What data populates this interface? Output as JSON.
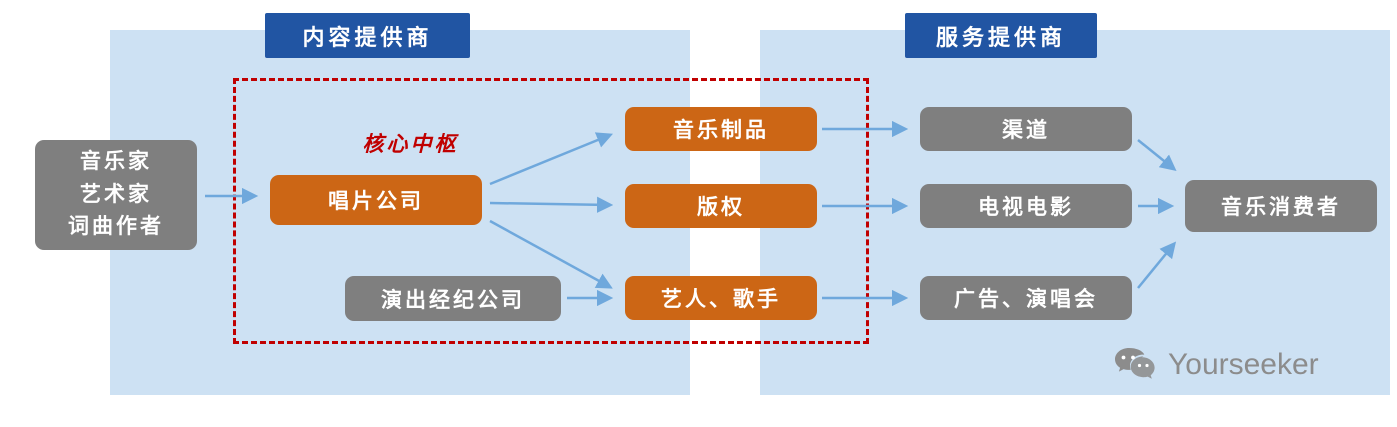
{
  "colors": {
    "panel_bg": "#CDE1F3",
    "header_bg": "#2155A3",
    "orange": "#CC6615",
    "gray": "#7F7F7F",
    "red": "#C00000",
    "arrow_color": "#6FA8DC",
    "watermark": "#8C8C8C"
  },
  "headers": {
    "content_provider": "内容提供商",
    "service_provider": "服务提供商"
  },
  "nodes": {
    "creators_line1": "音乐家",
    "creators_line2": "艺术家",
    "creators_line3": "词曲作者",
    "core_hub_label": "核心中枢",
    "record_company": "唱片公司",
    "performance_agency": "演出经纪公司",
    "music_products": "音乐制品",
    "copyright": "版权",
    "artists_singers": "艺人、歌手",
    "channels": "渠道",
    "tv_movies": "电视电影",
    "ads_concerts": "广告、演唱会",
    "consumers": "音乐消费者"
  },
  "watermark": {
    "text": "Yourseeker"
  }
}
